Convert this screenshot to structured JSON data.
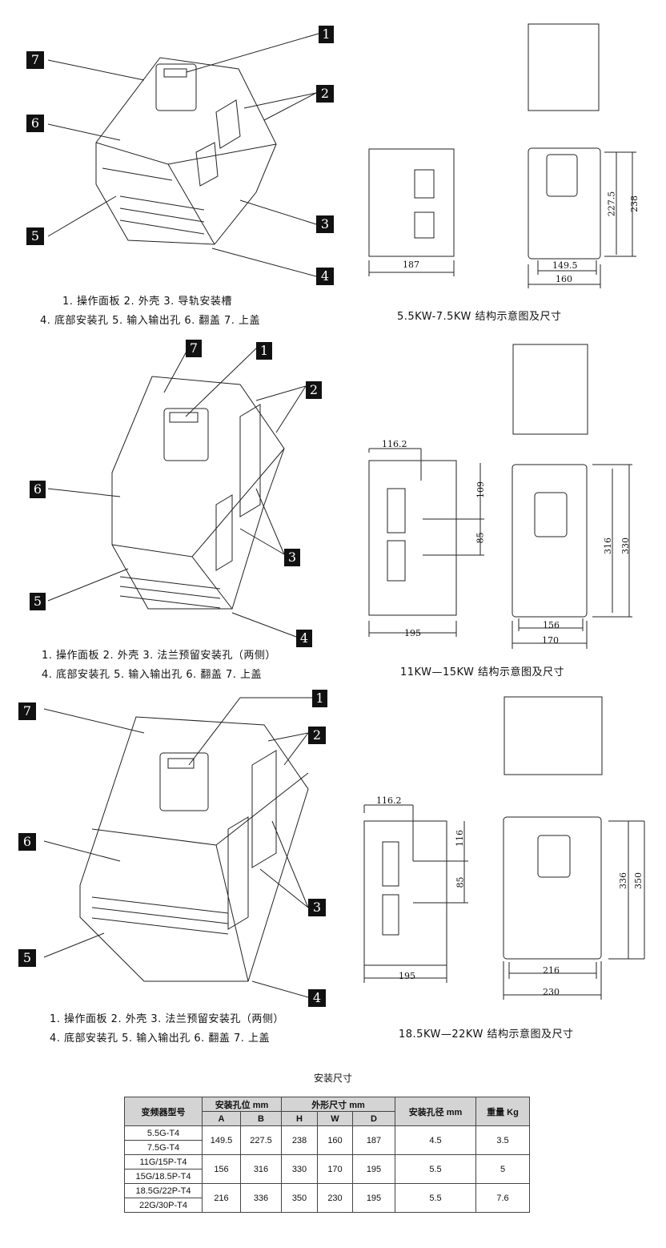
{
  "sections": [
    {
      "callouts": [
        "1",
        "2",
        "3",
        "4",
        "5",
        "6",
        "7"
      ],
      "caption_line1": "1. 操作面板  2. 外壳 3. 导轨安装槽",
      "caption_line2": "4. 底部安装孔 5. 输入输出孔 6. 翻盖 7. 上盖",
      "title": "5.5KW-7.5KW 结构示意图及尺寸",
      "dims": {
        "side_depth": "187",
        "front_a": "149.5",
        "front_w": "160",
        "front_b": "227.5",
        "front_h": "238"
      }
    },
    {
      "callouts": [
        "1",
        "2",
        "3",
        "4",
        "5",
        "6",
        "7"
      ],
      "caption_line1": "1. 操作面板 2. 外壳 3. 法兰预留安装孔（两侧）",
      "caption_line2": "4. 底部安装孔 5. 输入输出孔 6. 翻盖 7. 上盖",
      "title": "11KW—15KW 结构示意图及尺寸",
      "dims": {
        "side_top": "116.2",
        "side_v1": "109",
        "side_v2": "85",
        "side_depth": "195",
        "front_a": "156",
        "front_w": "170",
        "front_b": "316",
        "front_h": "330"
      }
    },
    {
      "callouts": [
        "1",
        "2",
        "3",
        "4",
        "5",
        "6",
        "7"
      ],
      "caption_line1": "1. 操作面板 2. 外壳 3. 法兰预留安装孔（两侧）",
      "caption_line2": "4. 底部安装孔 5. 输入输出孔 6. 翻盖 7. 上盖",
      "title": "18.5KW—22KW 结构示意图及尺寸",
      "dims": {
        "side_top": "116.2",
        "side_v1": "116",
        "side_v2": "85",
        "side_depth": "195",
        "front_a": "216",
        "front_w": "230",
        "front_b": "336",
        "front_h": "350"
      }
    }
  ],
  "table": {
    "caption": "安装尺寸",
    "headers": {
      "model": "变频器型号",
      "hole_pos": "安装孔位 mm",
      "outline": "外形尺寸 mm",
      "hole_dia": "安装孔径 mm",
      "weight": "重量 Kg",
      "A": "A",
      "B": "B",
      "H": "H",
      "W": "W",
      "D": "D"
    },
    "groups": [
      {
        "models": [
          "5.5G-T4",
          "7.5G-T4"
        ],
        "A": "149.5",
        "B": "227.5",
        "H": "238",
        "W": "160",
        "D": "187",
        "dia": "4.5",
        "kg": "3.5"
      },
      {
        "models": [
          "11G/15P-T4",
          "15G/18.5P-T4"
        ],
        "A": "156",
        "B": "316",
        "H": "330",
        "W": "170",
        "D": "195",
        "dia": "5.5",
        "kg": "5"
      },
      {
        "models": [
          "18.5G/22P-T4",
          "22G/30P-T4"
        ],
        "A": "216",
        "B": "336",
        "H": "350",
        "W": "230",
        "D": "195",
        "dia": "5.5",
        "kg": "7.6"
      }
    ]
  }
}
